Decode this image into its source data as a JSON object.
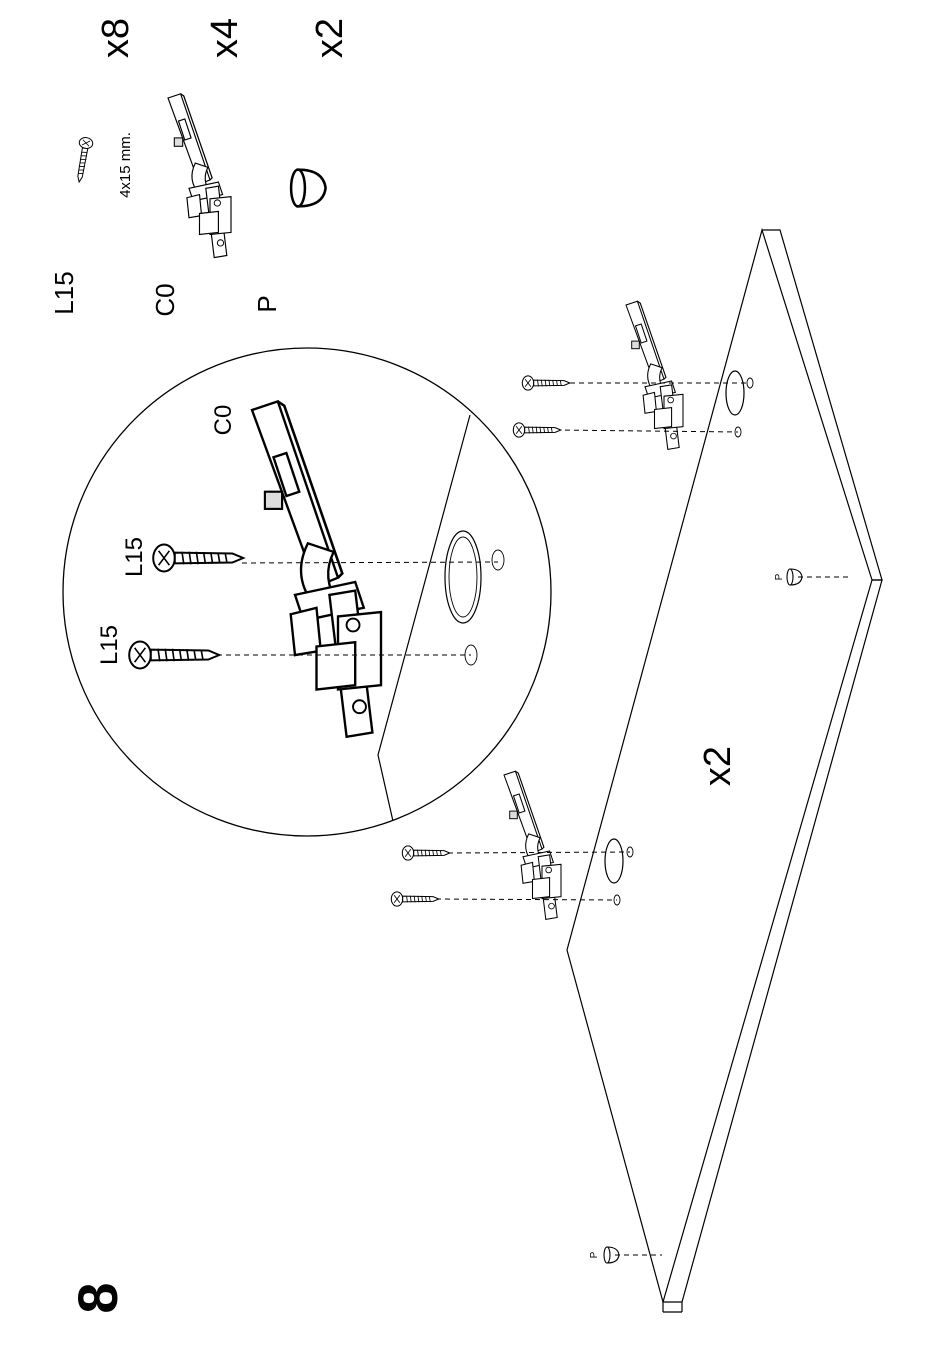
{
  "step_number": "8",
  "parts": [
    {
      "code": "L15",
      "qty": "x8",
      "spec": "4x15 mm.",
      "icon": "screw-icon"
    },
    {
      "code": "C0",
      "qty": "x4",
      "icon": "hinge-icon"
    },
    {
      "code": "P",
      "qty": "x2",
      "icon": "bumper-pad-icon"
    }
  ],
  "callout": {
    "hinge_label": "C0",
    "screw_label_1": "L15",
    "screw_label_2": "L15"
  },
  "panel_quantity": "x2",
  "pad_label": "P"
}
